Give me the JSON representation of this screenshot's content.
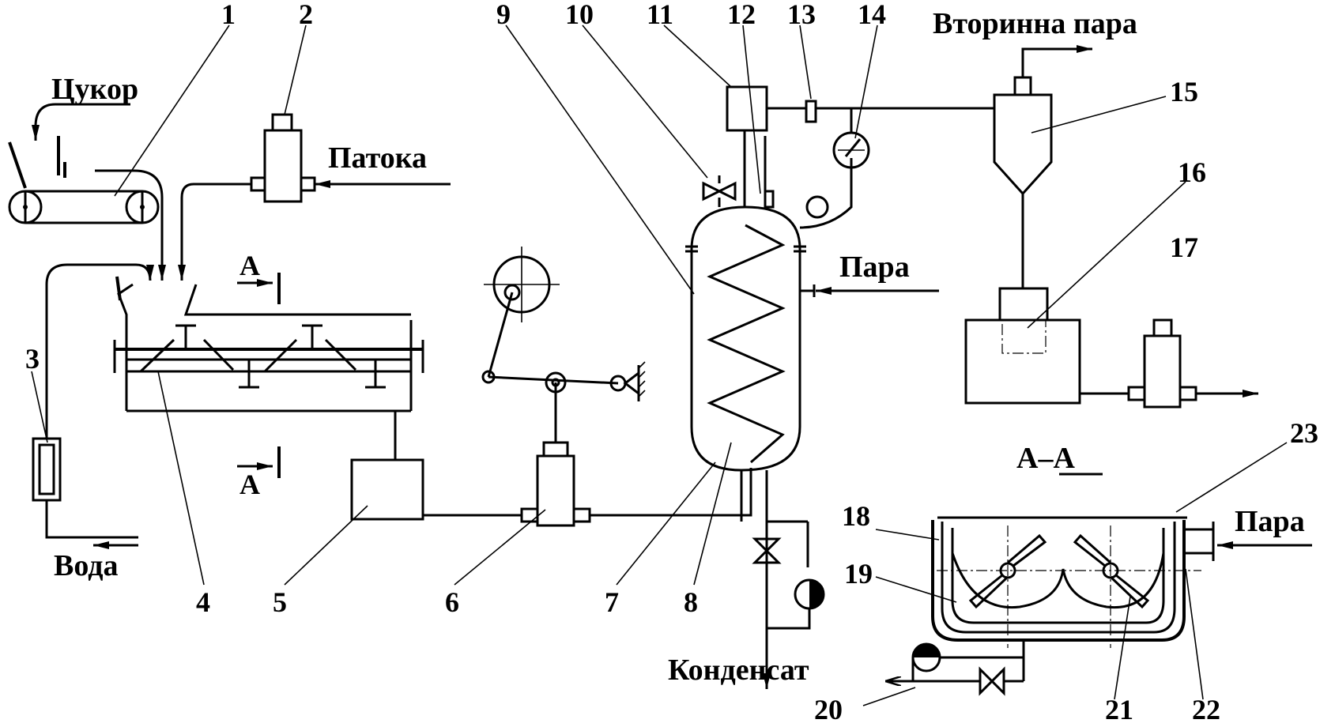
{
  "labels": {
    "sugar": "Цукор",
    "molasses": "Патока",
    "water": "Вода",
    "steam_main": "Пара",
    "steam_section": "Пара",
    "condensate": "Конденсат",
    "secondary_steam": "Вторинна пара",
    "section_marker": "A",
    "section_title": "A–A"
  },
  "callouts": [
    "1",
    "2",
    "3",
    "4",
    "5",
    "6",
    "7",
    "8",
    "9",
    "10",
    "11",
    "12",
    "13",
    "14",
    "15",
    "16",
    "17",
    "18",
    "19",
    "20",
    "21",
    "22",
    "23"
  ]
}
